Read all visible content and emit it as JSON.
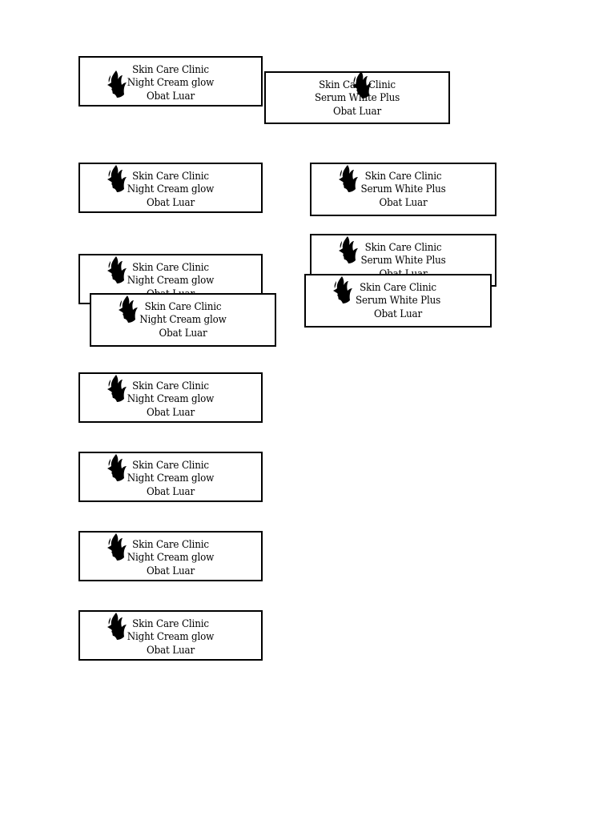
{
  "labels": [
    {
      "line1": "Skin Care Clinic",
      "line2": "Night Cream glow",
      "line3": "Obat Luar"
    },
    {
      "line1": "Skin Care Clinic",
      "line2": "Serum White Plus",
      "line3": "Obat Luar"
    },
    {
      "line1": "Skin Care Clinic",
      "line2": "Night Cream glow",
      "line3": "Obat Luar"
    },
    {
      "line1": "Skin Care Clinic",
      "line2": "Serum White Plus",
      "line3": "Obat Luar"
    },
    {
      "line1": "Skin Care Clinic",
      "line2": "Night Cream glow",
      "line3": "Obat Luar"
    },
    {
      "line1": "Skin Care Clinic",
      "line2": "Night Cream glow",
      "line3": "Obat Luar"
    },
    {
      "line1": "Skin Care Clinic",
      "line2": "Serum White Plus",
      "line3": "Obat Luar"
    },
    {
      "line1": "Skin Care Clinic",
      "line2": "Serum White Plus",
      "line3": "Obat Luar"
    },
    {
      "line1": "Skin Care Clinic",
      "line2": "Night Cream glow",
      "line3": "Obat Luar"
    },
    {
      "line1": "Skin Care Clinic",
      "line2": "Night Cream glow",
      "line3": "Obat Luar"
    },
    {
      "line1": "Skin Care Clinic",
      "line2": "Night Cream glow",
      "line3": "Obat Luar"
    },
    {
      "line1": "Skin Care Clinic",
      "line2": "Night Cream glow",
      "line3": "Obat Luar"
    }
  ],
  "logo_icon": "woman-face-silhouette-icon",
  "colors": {
    "border": "#000000",
    "text": "#000000",
    "background": "#ffffff"
  }
}
